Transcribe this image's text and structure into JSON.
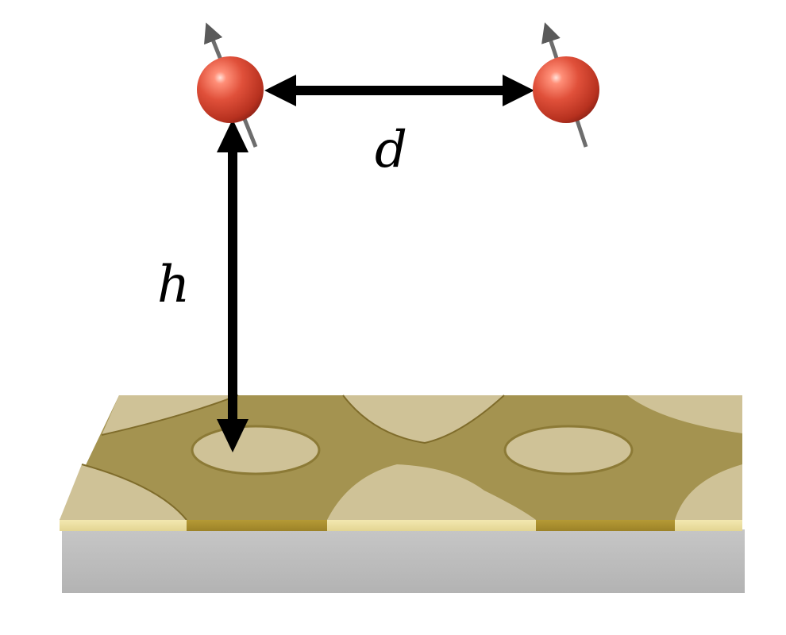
{
  "labels": {
    "d": "d",
    "h": "h"
  },
  "colors": {
    "background": "#ffffff",
    "atom": "#e0503a",
    "atom_highlight": "#ffd0c4",
    "atom_shadow": "#8e2216",
    "spin_arrow": "#6d6d6d",
    "metal_light": "#cdc096",
    "metal_dark": "#a08e4a",
    "metal_front": "#efe3a4",
    "substrate": "#bdbdbd",
    "arrow": "#000000"
  },
  "icons": {
    "atom": "sphere-with-spin-arrow",
    "arrow": "double-headed-arrow"
  }
}
